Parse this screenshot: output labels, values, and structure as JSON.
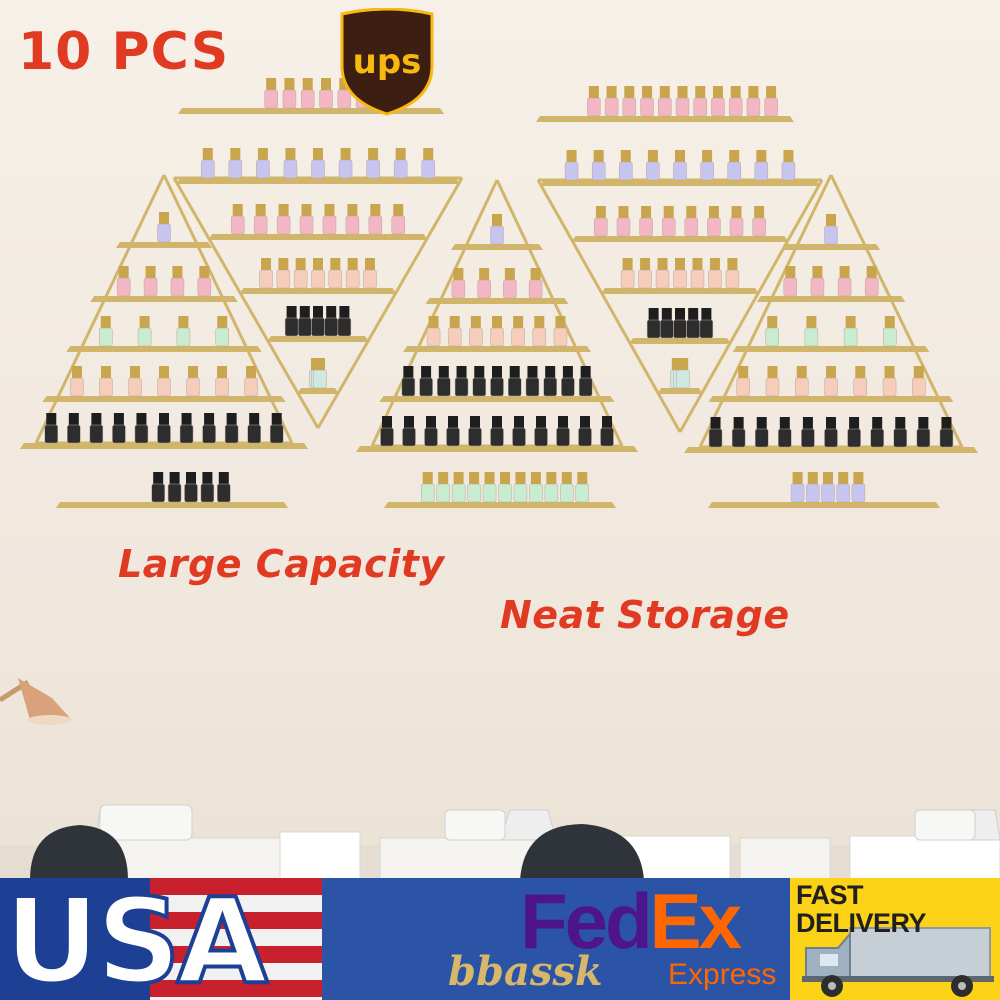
{
  "headlines": {
    "count": "10 PCS",
    "capacity": "Large Capacity",
    "storage": "Neat Storage"
  },
  "banner": {
    "country": "USA",
    "carrier1": "ups",
    "carrier2_a": "Fed",
    "carrier2_b": "Ex",
    "carrier2_sub": "Express",
    "badge_line1": "FAST",
    "badge_line2": "DELIVERY",
    "watermark": "bbassk"
  },
  "colors": {
    "headline": "#e03a22",
    "rack_gold": "#d1b56a",
    "fedex_purple": "#4d148c",
    "fedex_orange": "#ff6600",
    "ups_brown": "#3c1f12",
    "ups_gold": "#f7b80f",
    "badge_yellow": "#fbd215",
    "flag_red": "#c8202d",
    "flag_blue": "#1d3f94"
  },
  "icons": [
    "desk-lamp-icon",
    "delivery-truck-icon",
    "ups-shield-icon",
    "nail-polish-bottle-icon"
  ]
}
